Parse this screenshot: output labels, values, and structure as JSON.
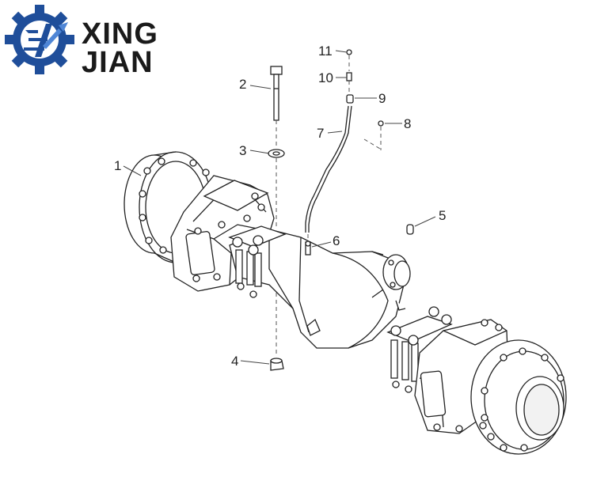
{
  "brand": {
    "line1": "XING",
    "line2": "JIAN",
    "logo_color": "#1f4e9a"
  },
  "callouts": [
    {
      "id": "1",
      "label": "1"
    },
    {
      "id": "2",
      "label": "2"
    },
    {
      "id": "3",
      "label": "3"
    },
    {
      "id": "4",
      "label": "4"
    },
    {
      "id": "5",
      "label": "5"
    },
    {
      "id": "6",
      "label": "6"
    },
    {
      "id": "7",
      "label": "7"
    },
    {
      "id": "8",
      "label": "8"
    },
    {
      "id": "9",
      "label": "9"
    },
    {
      "id": "10",
      "label": "10"
    },
    {
      "id": "11",
      "label": "11"
    }
  ]
}
